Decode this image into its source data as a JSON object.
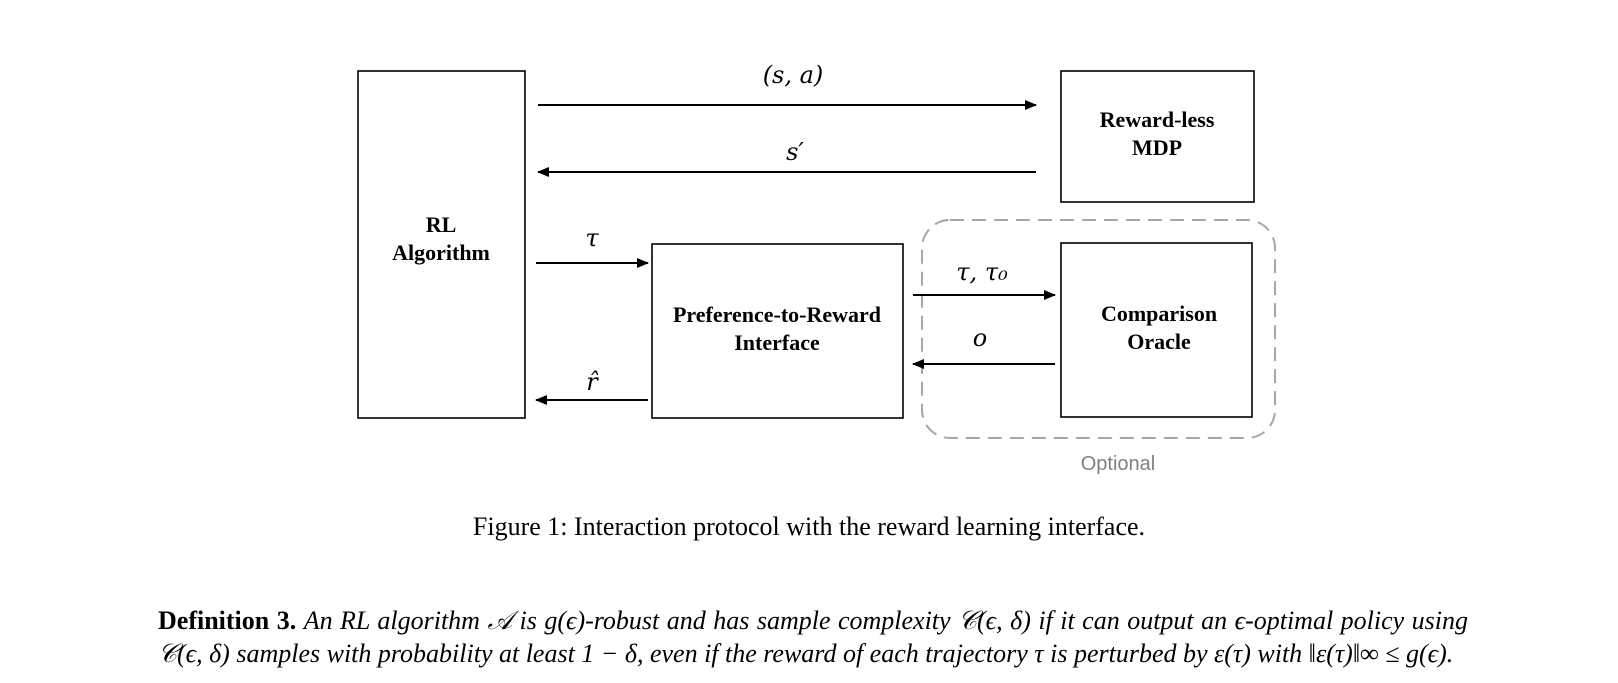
{
  "diagram": {
    "boxes": {
      "rl_algorithm": [
        "RL",
        "Algorithm"
      ],
      "reward_less_mdp": [
        "Reward-less",
        "MDP"
      ],
      "preference_interface": [
        "Preference-to-Reward",
        "Interface"
      ],
      "comparison_oracle": [
        "Comparison",
        "Oracle"
      ]
    },
    "arrow_labels": {
      "state_action": "(s, a)",
      "next_state": "s′",
      "trajectory": "τ",
      "reward_hat": "r̂",
      "trajectory_pair": "τ, τ₀",
      "outcome": "o"
    },
    "optional_label": "Optional"
  },
  "caption": "Figure 1: Interaction protocol with the reward learning interface.",
  "definition": {
    "heading": "Definition 3.",
    "body": "An RL algorithm 𝒜 is g(ϵ)-robust and has sample complexity 𝒞(ϵ, δ) if it can output an ϵ-optimal policy using 𝒞(ϵ, δ) samples with probability at least 1 − δ, even if the reward of each trajectory τ is perturbed by ε(τ) with ‖ε(τ)‖∞ ≤ g(ϵ)."
  }
}
